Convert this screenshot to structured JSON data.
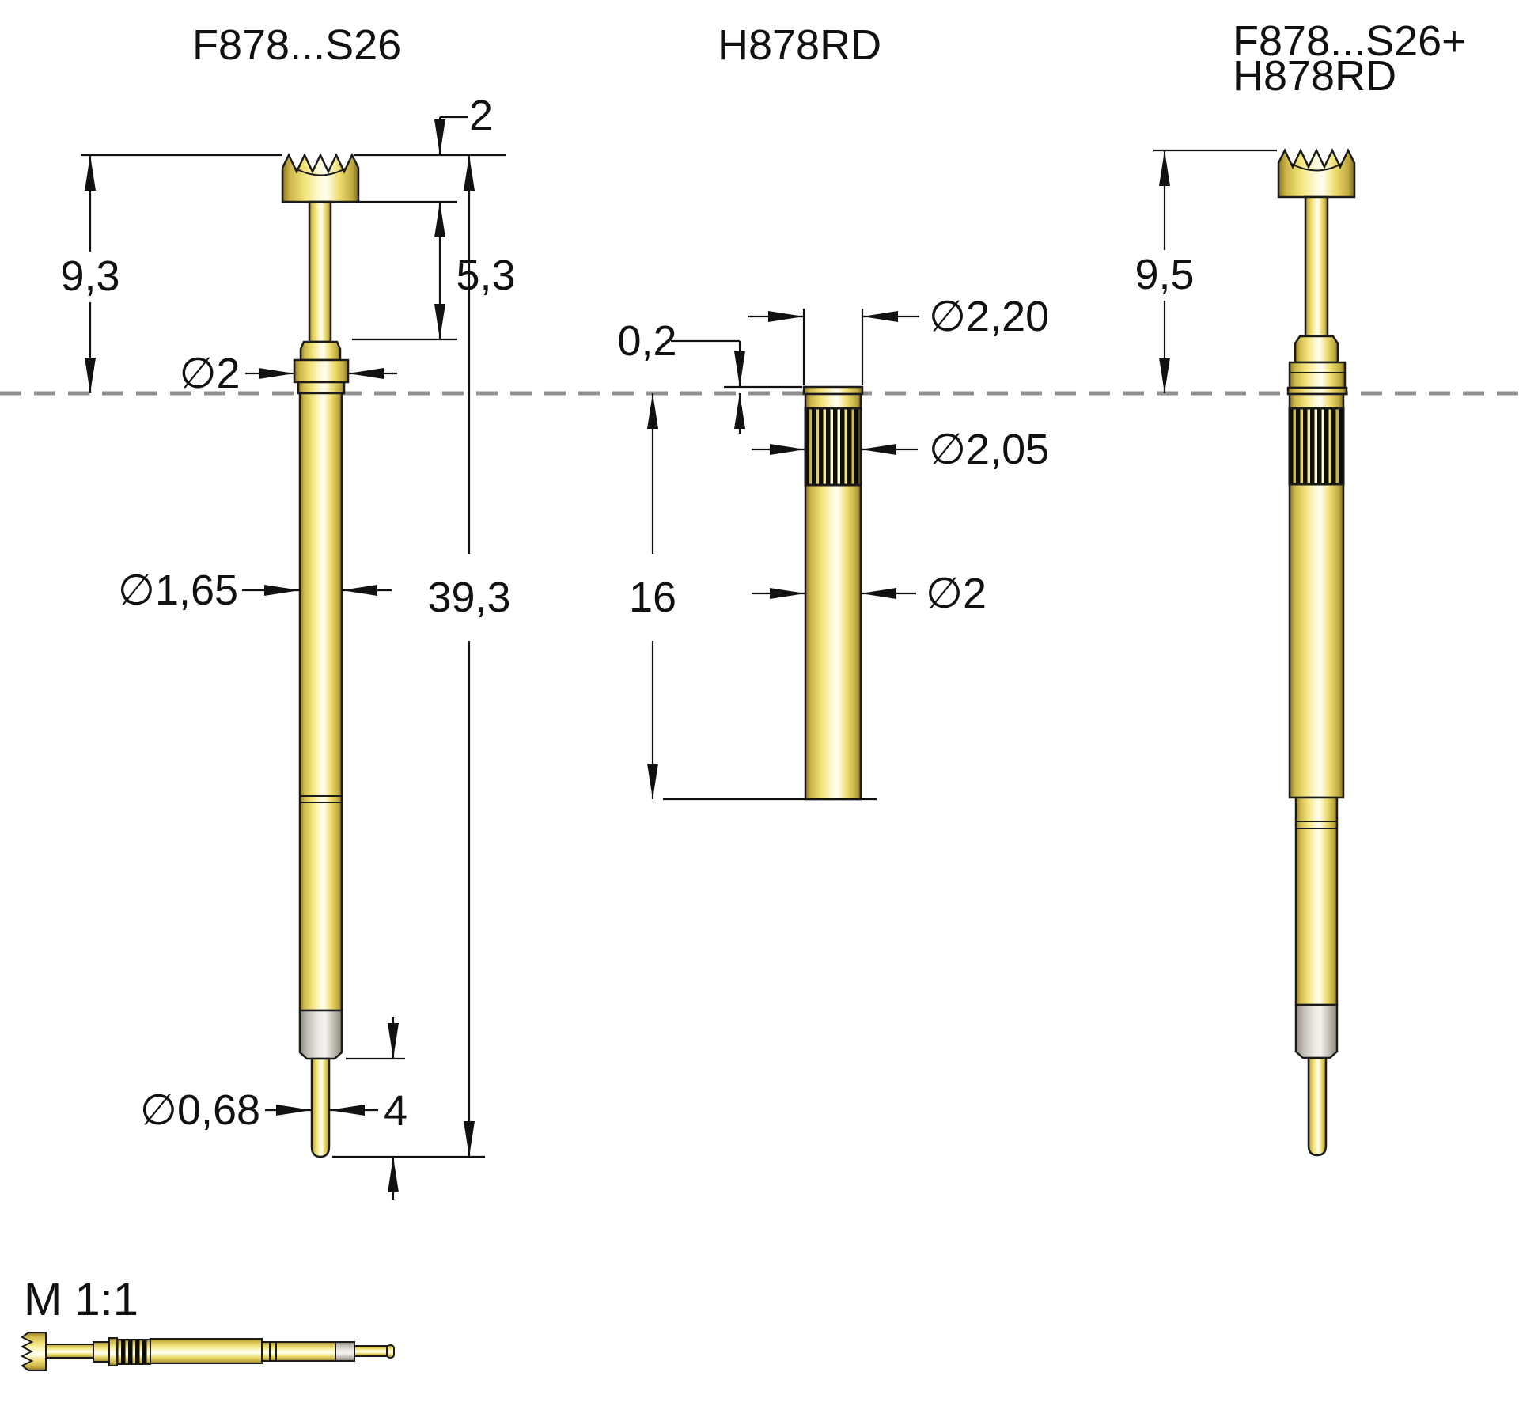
{
  "drawing": {
    "left": {
      "title": "F878...S26",
      "dim_head_height": "2",
      "dim_above_plate": "9,3",
      "dim_stem_length": "5,3",
      "dim_collar_dia": "∅2",
      "dim_barrel_dia": "∅1,65",
      "dim_total_length": "39,3",
      "dim_tip_dia": "∅0,68",
      "dim_tip_length": "4"
    },
    "middle": {
      "title": "H878RD",
      "dim_flange_protrusion": "0,2",
      "dim_flange_dia": "∅2,20",
      "dim_knurl_dia": "∅2,05",
      "dim_insert_depth": "16",
      "dim_body_dia": "∅2"
    },
    "right": {
      "title_line1": "F878...S26+",
      "title_line2": "H878RD",
      "dim_above_plate": "9,5"
    },
    "scale_label": "M 1:1"
  },
  "colors": {
    "gold_mid": "#f3e57c",
    "gold_light": "#fffef0",
    "gold_dark": "#8a741f",
    "silver": "#eceae4",
    "outline": "#1b1b1b",
    "dashed_line": "#909090",
    "knurl": "#0d0d00",
    "dimension": "#111111"
  }
}
